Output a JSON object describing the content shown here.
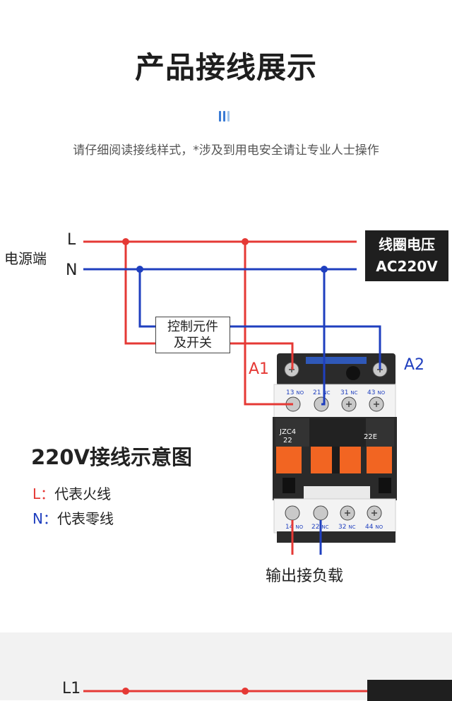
{
  "header": {
    "title": "产品接线展示",
    "subtitle": "请仔细阅读接线样式，*涉及到用电安全请让专业人士操作"
  },
  "diagram": {
    "source_label": "电源端",
    "line_L": "L",
    "line_N": "N",
    "coil_box": {
      "line1": "线圈电压",
      "line2": "AC220V"
    },
    "switch_box": {
      "line1": "控制元件",
      "line2": "及开关"
    },
    "terminal_A1": "A1",
    "terminal_A2": "A2",
    "contactor": {
      "model": "JZC4",
      "model_sub": "22",
      "code": "22E",
      "top_terminals": [
        {
          "num": "13",
          "type": "NO"
        },
        {
          "num": "21",
          "type": "NC"
        },
        {
          "num": "31",
          "type": "NC"
        },
        {
          "num": "43",
          "type": "NO"
        }
      ],
      "bottom_terminals": [
        {
          "num": "14",
          "type": "NO"
        },
        {
          "num": "22",
          "type": "NC"
        },
        {
          "num": "32",
          "type": "NC"
        },
        {
          "num": "44",
          "type": "NO"
        }
      ]
    },
    "heading": "220V接线示意图",
    "legend": [
      {
        "key": "L：",
        "desc": "代表火线"
      },
      {
        "key": "N：",
        "desc": "代表零线"
      }
    ],
    "output_label": "输出接负载"
  },
  "next_section": {
    "line_label": "L1"
  },
  "colors": {
    "live": "#e53935",
    "neutral": "#1f3fbf",
    "orange": "#f26522",
    "divider_accent": "#3a7bd5",
    "divider_light": "#9fc3ea"
  }
}
